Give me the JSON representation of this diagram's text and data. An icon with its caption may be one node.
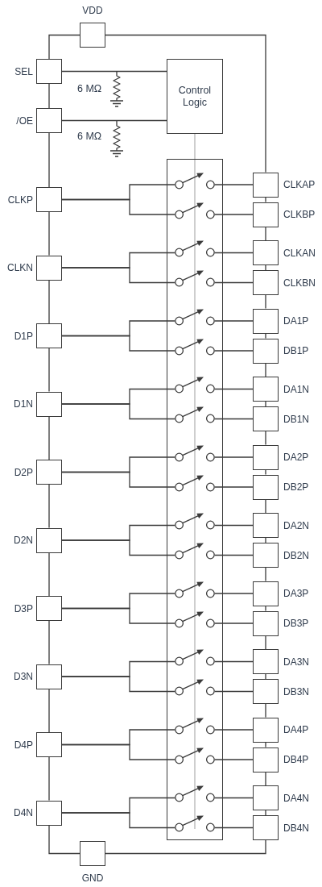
{
  "diagram": {
    "nodes": [
      {
        "text": [
          "VDD"
        ]
      },
      {
        "text": [
          "SEL"
        ]
      },
      {
        "text": [
          "/OE"
        ]
      },
      {
        "text": [
          "Control Logic"
        ]
      },
      {
        "text": [],
        "shape": "box"
      },
      {
        "text": [
          "CLKP"
        ]
      },
      {
        "text": [],
        "shape": "switch",
        "in": 4
      },
      {
        "text": [
          "CLKAP"
        ]
      },
      {
        "text": [],
        "shape": "switch",
        "in": 4
      },
      {
        "text": [
          "CLKBP"
        ]
      },
      {
        "text": [
          "CLKN"
        ]
      },
      {
        "text": [],
        "shape": "switch",
        "in": 4
      },
      {
        "text": [
          "CLKAN"
        ]
      },
      {
        "text": [],
        "shape": "switch",
        "in": 4
      },
      {
        "text": [
          "CLKBN"
        ]
      },
      {
        "text": [
          "D1P"
        ]
      },
      {
        "text": [],
        "shape": "switch",
        "in": 4
      },
      {
        "text": [
          "DA1P"
        ]
      },
      {
        "text": [],
        "shape": "switch",
        "in": 4
      },
      {
        "text": [
          "DB1P"
        ]
      },
      {
        "text": [
          "D1N"
        ]
      },
      {
        "text": [],
        "shape": "switch",
        "in": 4
      },
      {
        "text": [
          "DA1N"
        ]
      },
      {
        "text": [],
        "shape": "switch",
        "in": 4
      },
      {
        "text": [
          "DB1N"
        ]
      },
      {
        "text": [
          "D2P"
        ]
      },
      {
        "text": [],
        "shape": "switch",
        "in": 4
      },
      {
        "text": [
          "DA2P"
        ]
      },
      {
        "text": [],
        "shape": "switch",
        "in": 4
      },
      {
        "text": [
          "DB2P"
        ]
      },
      {
        "text": [
          "D2N"
        ]
      },
      {
        "text": [],
        "shape": "switch",
        "in": 4
      },
      {
        "text": [
          "DA2N"
        ]
      },
      {
        "text": [],
        "shape": "switch",
        "in": 4
      },
      {
        "text": [
          "DB2N"
        ]
      },
      {
        "text": [
          "D3P"
        ]
      },
      {
        "text": [],
        "shape": "switch",
        "in": 4
      },
      {
        "text": [
          "DA3P"
        ]
      },
      {
        "text": [],
        "shape": "switch",
        "in": 4
      },
      {
        "text": [
          "DB3P"
        ]
      },
      {
        "text": [
          "D3N"
        ]
      },
      {
        "text": [],
        "shape": "switch",
        "in": 4
      },
      {
        "text": [
          "DA3N"
        ]
      },
      {
        "text": [],
        "shape": "switch",
        "in": 4
      },
      {
        "text": [
          "DB3N"
        ]
      },
      {
        "text": [
          "D4P"
        ]
      },
      {
        "text": [],
        "shape": "switch",
        "in": 4
      },
      {
        "text": [
          "DA4P"
        ]
      },
      {
        "text": [],
        "shape": "switch",
        "in": 4
      },
      {
        "text": [
          "DB4P"
        ]
      },
      {
        "text": [
          "D4N"
        ]
      },
      {
        "text": [],
        "shape": "switch",
        "in": 4
      },
      {
        "text": [
          "DA4N"
        ]
      },
      {
        "text": [],
        "shape": "switch",
        "in": 4
      },
      {
        "text": [
          "DB4N"
        ]
      },
      {
        "text": [
          "GND"
        ]
      }
    ],
    "edges": [
      {
        "from": 0,
        "to": 1,
        "arrow": "none"
      },
      {
        "from": 1,
        "to": 2,
        "arrow": "none"
      },
      {
        "from": 2,
        "to": 5,
        "arrow": "none"
      },
      {
        "from": 5,
        "to": 10,
        "arrow": "none"
      },
      {
        "from": 10,
        "to": 15,
        "arrow": "none"
      },
      {
        "from": 15,
        "to": 20,
        "arrow": "none"
      },
      {
        "from": 20,
        "to": 25,
        "arrow": "none"
      },
      {
        "from": 25,
        "to": 30,
        "arrow": "none"
      },
      {
        "from": 30,
        "to": 35,
        "arrow": "none"
      },
      {
        "from": 35,
        "to": 40,
        "arrow": "none"
      },
      {
        "from": 40,
        "to": 45,
        "arrow": "none"
      },
      {
        "from": 45,
        "to": 50,
        "arrow": "none"
      },
      {
        "from": 50,
        "to": 55,
        "arrow": "none"
      },
      {
        "from": 0,
        "to": 7,
        "arrow": "none"
      },
      {
        "from": 7,
        "to": 9,
        "arrow": "none"
      },
      {
        "from": 9,
        "to": 12,
        "arrow": "none"
      },
      {
        "from": 12,
        "to": 14,
        "arrow": "none"
      },
      {
        "from": 14,
        "to": 17,
        "arrow": "none"
      },
      {
        "from": 17,
        "to": 19,
        "arrow": "none"
      },
      {
        "from": 19,
        "to": 22,
        "arrow": "none"
      },
      {
        "from": 22,
        "to": 24,
        "arrow": "none"
      },
      {
        "from": 24,
        "to": 27,
        "arrow": "none"
      },
      {
        "from": 27,
        "to": 29,
        "arrow": "none"
      },
      {
        "from": 29,
        "to": 32,
        "arrow": "none"
      },
      {
        "from": 32,
        "to": 34,
        "arrow": "none"
      },
      {
        "from": 34,
        "to": 37,
        "arrow": "none"
      },
      {
        "from": 37,
        "to": 39,
        "arrow": "none"
      },
      {
        "from": 39,
        "to": 42,
        "arrow": "none"
      },
      {
        "from": 42,
        "to": 44,
        "arrow": "none"
      },
      {
        "from": 44,
        "to": 47,
        "arrow": "none"
      },
      {
        "from": 47,
        "to": 49,
        "arrow": "none"
      },
      {
        "from": 49,
        "to": 52,
        "arrow": "none"
      },
      {
        "from": 52,
        "to": 54,
        "arrow": "none"
      },
      {
        "from": 54,
        "to": 55,
        "arrow": "none"
      },
      {
        "from": 1,
        "to": 3,
        "arrow": "none"
      },
      {
        "from": 2,
        "to": 3,
        "arrow": "none"
      },
      {
        "from": 3,
        "to": 4,
        "arrow": "none",
        "color": "#b4b4b4"
      },
      {
        "from": 5,
        "to": 6,
        "arrow": "none"
      },
      {
        "from": 5,
        "to": 8,
        "arrow": "none"
      },
      {
        "from": 6,
        "to": 7,
        "arrow": "none"
      },
      {
        "from": 8,
        "to": 9,
        "arrow": "none"
      },
      {
        "from": 10,
        "to": 11,
        "arrow": "none"
      },
      {
        "from": 10,
        "to": 13,
        "arrow": "none"
      },
      {
        "from": 11,
        "to": 12,
        "arrow": "none"
      },
      {
        "from": 13,
        "to": 14,
        "arrow": "none"
      },
      {
        "from": 15,
        "to": 16,
        "arrow": "none"
      },
      {
        "from": 15,
        "to": 18,
        "arrow": "none"
      },
      {
        "from": 16,
        "to": 17,
        "arrow": "none"
      },
      {
        "from": 18,
        "to": 19,
        "arrow": "none"
      },
      {
        "from": 20,
        "to": 21,
        "arrow": "none"
      },
      {
        "from": 20,
        "to": 23,
        "arrow": "none"
      },
      {
        "from": 21,
        "to": 22,
        "arrow": "none"
      },
      {
        "from": 23,
        "to": 24,
        "arrow": "none"
      },
      {
        "from": 25,
        "to": 26,
        "arrow": "none"
      },
      {
        "from": 25,
        "to": 28,
        "arrow": "none"
      },
      {
        "from": 26,
        "to": 27,
        "arrow": "none"
      },
      {
        "from": 28,
        "to": 29,
        "arrow": "none"
      },
      {
        "from": 30,
        "to": 31,
        "arrow": "none"
      },
      {
        "from": 30,
        "to": 33,
        "arrow": "none"
      },
      {
        "from": 31,
        "to": 32,
        "arrow": "none"
      },
      {
        "from": 33,
        "to": 34,
        "arrow": "none"
      },
      {
        "from": 35,
        "to": 36,
        "arrow": "none"
      },
      {
        "from": 35,
        "to": 38,
        "arrow": "none"
      },
      {
        "from": 36,
        "to": 37,
        "arrow": "none"
      },
      {
        "from": 38,
        "to": 39,
        "arrow": "none"
      },
      {
        "from": 40,
        "to": 41,
        "arrow": "none"
      },
      {
        "from": 40,
        "to": 43,
        "arrow": "none"
      },
      {
        "from": 41,
        "to": 42,
        "arrow": "none"
      },
      {
        "from": 43,
        "to": 44,
        "arrow": "none"
      },
      {
        "from": 45,
        "to": 46,
        "arrow": "none"
      },
      {
        "from": 45,
        "to": 48,
        "arrow": "none"
      },
      {
        "from": 46,
        "to": 47,
        "arrow": "none"
      },
      {
        "from": 48,
        "to": 49,
        "arrow": "none"
      },
      {
        "from": 50,
        "to": 51,
        "arrow": "none"
      },
      {
        "from": 50,
        "to": 53,
        "arrow": "none"
      },
      {
        "from": 51,
        "to": 52,
        "arrow": "none"
      },
      {
        "from": 53,
        "to": 54,
        "arrow": "none"
      }
    ],
    "labels": [
      "6 MΩ",
      "6 MΩ"
    ]
  }
}
